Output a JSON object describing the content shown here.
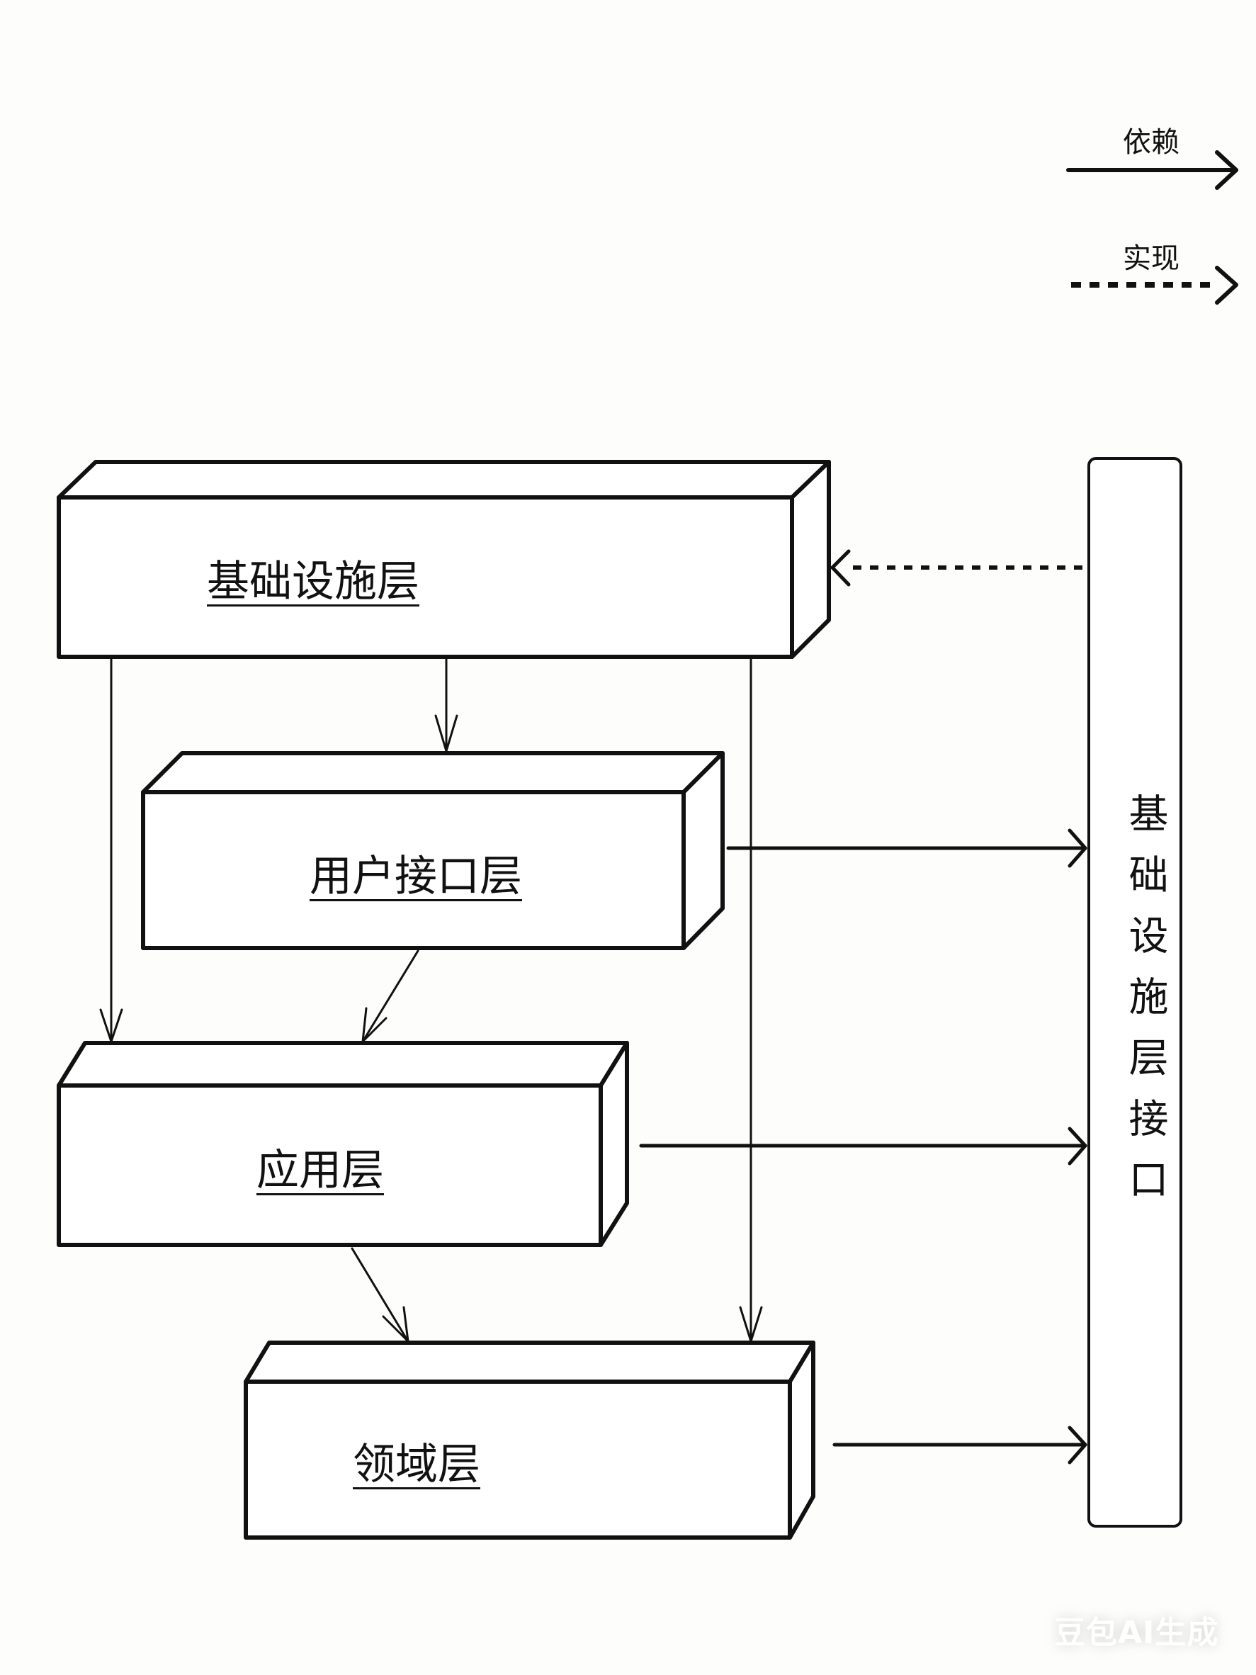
{
  "legend": {
    "dependency": {
      "label": "依赖",
      "style": "solid"
    },
    "implementation": {
      "label": "实现",
      "style": "dotted"
    }
  },
  "layers": [
    {
      "id": "infrastructure",
      "label": "基础设施层"
    },
    {
      "id": "ui",
      "label": "用户接口层"
    },
    {
      "id": "application",
      "label": "应用层"
    },
    {
      "id": "domain",
      "label": "领域层"
    }
  ],
  "interface_panel": {
    "label": "基础设施层接口",
    "chars": [
      "基",
      "础",
      "设",
      "施",
      "层",
      "接",
      "口"
    ]
  },
  "edges": [
    {
      "from": "infrastructure",
      "to": "ui",
      "type": "dependency"
    },
    {
      "from": "infrastructure",
      "to": "application",
      "type": "dependency"
    },
    {
      "from": "infrastructure",
      "to": "domain",
      "type": "dependency"
    },
    {
      "from": "ui",
      "to": "application",
      "type": "dependency"
    },
    {
      "from": "application",
      "to": "domain",
      "type": "dependency"
    },
    {
      "from": "ui",
      "to": "interface_panel",
      "type": "dependency"
    },
    {
      "from": "application",
      "to": "interface_panel",
      "type": "dependency"
    },
    {
      "from": "domain",
      "to": "interface_panel",
      "type": "dependency"
    },
    {
      "from": "interface_panel",
      "to": "infrastructure",
      "type": "implementation"
    }
  ],
  "watermark": "豆包AI生成",
  "colors": {
    "stroke": "#111111",
    "background": "#fdfdfb"
  }
}
